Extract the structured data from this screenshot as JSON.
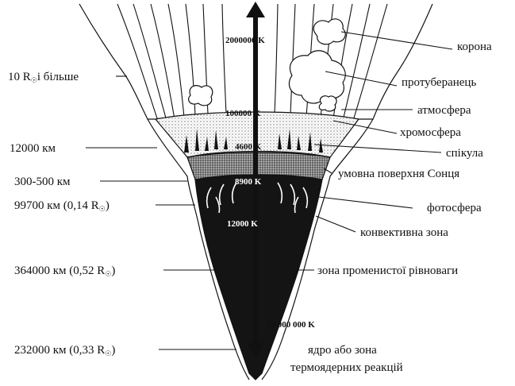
{
  "left_labels": [
    {
      "id": "radius-10",
      "text": "10 R",
      "tail": "і більше"
    },
    {
      "id": "depth-12000",
      "text": "12000 км",
      "tail": ""
    },
    {
      "id": "depth-300-500",
      "text": "300-500 км",
      "tail": ""
    },
    {
      "id": "depth-99700",
      "text": "99700 км (0,14 R",
      "tail": ")"
    },
    {
      "id": "depth-364000",
      "text": "364000 км (0,52 R",
      "tail": ")"
    },
    {
      "id": "depth-232000",
      "text": "232000 км (0,33 R",
      "tail": ")"
    }
  ],
  "right_labels": [
    {
      "id": "corona",
      "text": "корона"
    },
    {
      "id": "prominence",
      "text": "протуберанець"
    },
    {
      "id": "atmosphere",
      "text": "атмосфера"
    },
    {
      "id": "chromosphere",
      "text": "хромосфера"
    },
    {
      "id": "spicule",
      "text": "спікула"
    },
    {
      "id": "conventional-surface",
      "text": "умовна поверхня Сонця"
    },
    {
      "id": "photosphere",
      "text": "фотосфера"
    },
    {
      "id": "convective-zone",
      "text": "конвективна зона"
    },
    {
      "id": "radiative-zone",
      "text": "зона променистої рівноваги"
    },
    {
      "id": "core",
      "text": "ядро або зона"
    },
    {
      "id": "core-2",
      "text": "термоядерних реакцій"
    }
  ],
  "temperatures": [
    {
      "id": "t-corona",
      "text": "2000000 K"
    },
    {
      "id": "t-atmos",
      "text": "100000 K"
    },
    {
      "id": "t-chromo",
      "text": "4600 K"
    },
    {
      "id": "t-photo",
      "text": "8900 K"
    },
    {
      "id": "t-conv",
      "text": "12000 K"
    },
    {
      "id": "t-core",
      "text": "15 000 000 K"
    }
  ],
  "colors": {
    "ink": "#111111",
    "interior": "#141414",
    "grain": "#8a8a8a",
    "paper": "#ffffff"
  }
}
